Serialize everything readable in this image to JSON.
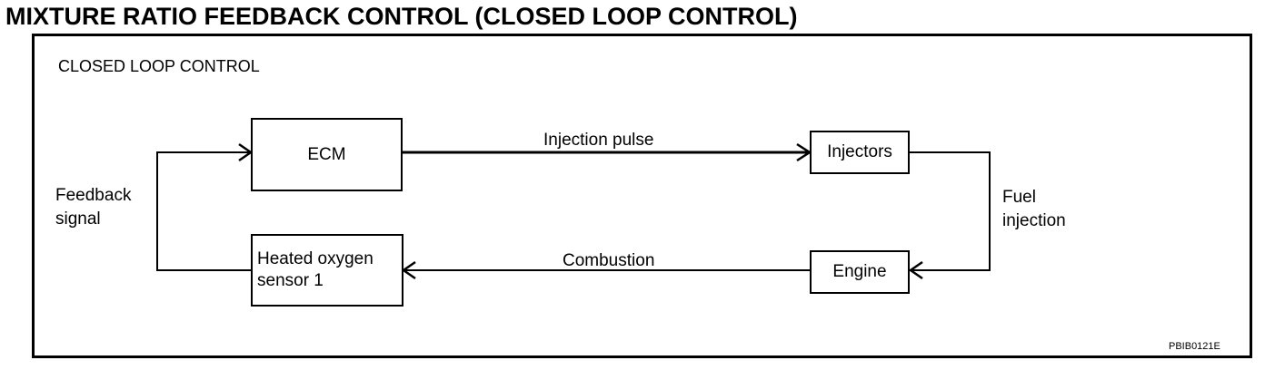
{
  "title": "MIXTURE RATIO FEEDBACK CONTROL (CLOSED LOOP CONTROL)",
  "subtitle": "CLOSED LOOP CONTROL",
  "nodes": {
    "ecm": "ECM",
    "injectors": "Injectors",
    "engine": "Engine",
    "sensor_line1": "Heated oxygen",
    "sensor_line2": "sensor 1"
  },
  "edges": {
    "injection_pulse": "Injection pulse",
    "fuel_line1": "Fuel",
    "fuel_line2": "injection",
    "combustion": "Combustion",
    "feedback_line1": "Feedback",
    "feedback_line2": "signal"
  },
  "figure_code": "PBIB0121E"
}
